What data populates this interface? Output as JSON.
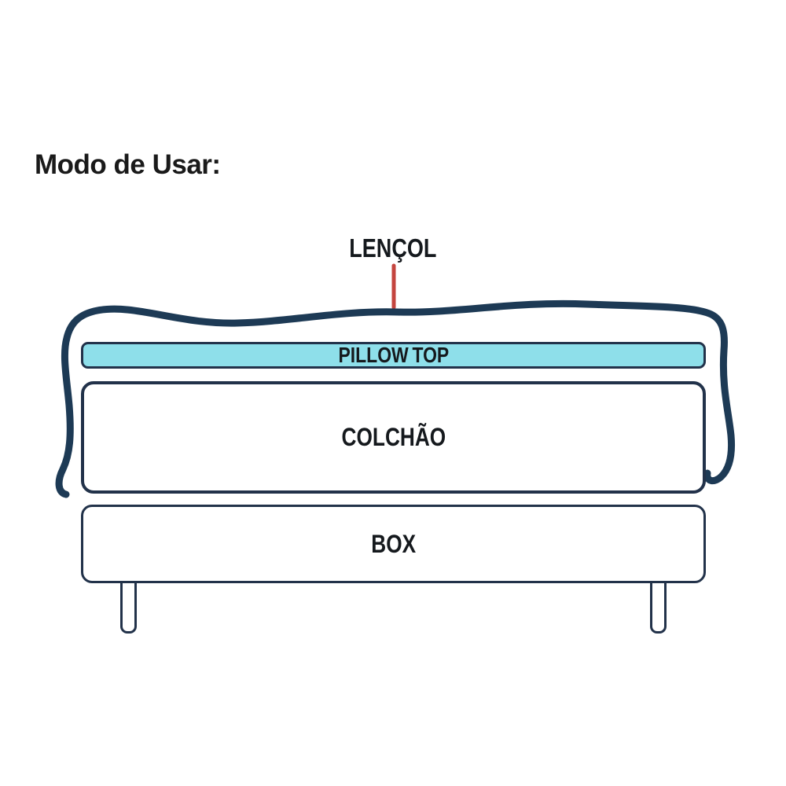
{
  "title": "Modo de Usar:",
  "diagram": {
    "sheet": {
      "label": "LENÇOL"
    },
    "layers": [
      {
        "name": "pillow-top",
        "label": "PILLOW TOP"
      },
      {
        "name": "mattress",
        "label": "COLCHÃO"
      },
      {
        "name": "box-base",
        "label": "BOX"
      }
    ],
    "legs_count": 2
  },
  "colors": {
    "background": "#ffffff",
    "sheet_outline": "#1d3a55",
    "pointer": "#c4453f",
    "layer_border": "#22324a",
    "pillow_fill": "#8edfea",
    "layer_fill": "#ffffff",
    "label_text": "#15191d",
    "title_text": "#1a1a1a"
  }
}
